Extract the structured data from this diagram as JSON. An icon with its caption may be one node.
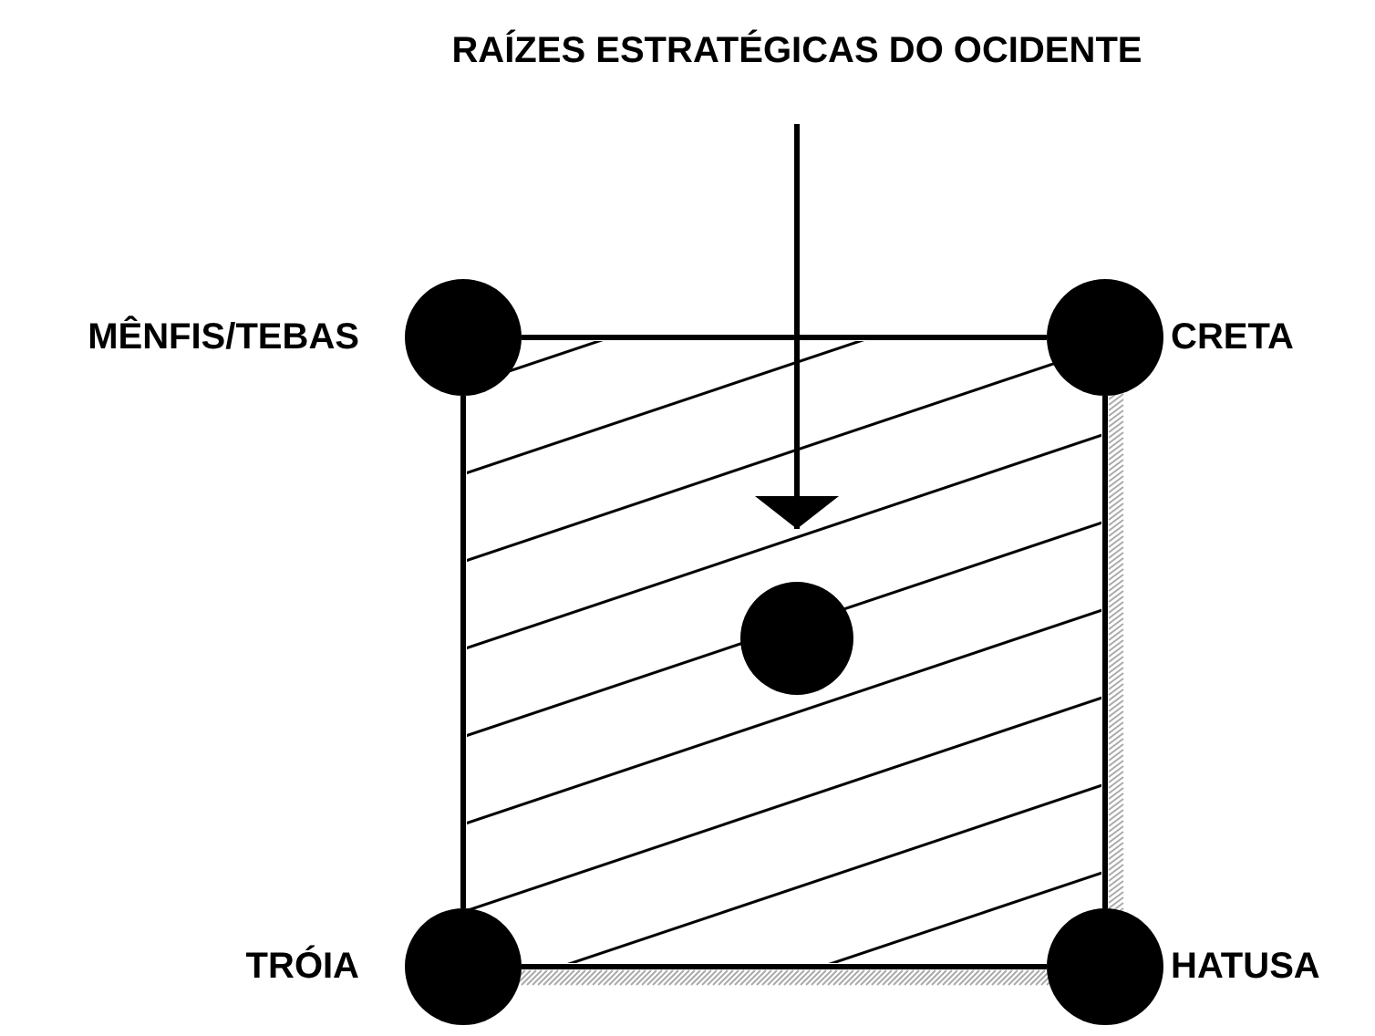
{
  "diagram": {
    "nodes": [
      {
        "text": [
          "RAÍZES ESTRATÉGICAS DO OCIDENTE"
        ]
      },
      {
        "text": [],
        "shape": "circle",
        "beside": [
          "MÊNFIS/TEBAS"
        ]
      },
      {
        "text": [],
        "shape": "circle",
        "beside": [
          "CRETA"
        ]
      },
      {
        "text": [],
        "shape": "circle"
      },
      {
        "text": [],
        "shape": "circle",
        "beside": [
          "TRÓIA"
        ]
      },
      {
        "text": [],
        "shape": "circle",
        "beside": [
          "HATUSA"
        ]
      }
    ],
    "edges": [
      {
        "from": 0,
        "to": 3,
        "arrow": "to"
      },
      {
        "from": 1,
        "to": 2,
        "arrow": "none"
      },
      {
        "from": 1,
        "to": 4,
        "arrow": "none"
      },
      {
        "from": 2,
        "to": 5,
        "arrow": "none"
      },
      {
        "from": 4,
        "to": 5,
        "arrow": "none"
      }
    ]
  }
}
